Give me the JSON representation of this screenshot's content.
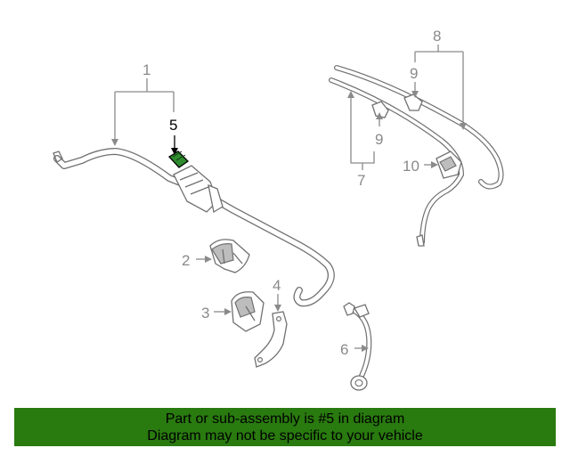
{
  "callouts": {
    "c1": "1",
    "c2": "2",
    "c3": "3",
    "c4": "4",
    "c5": "5",
    "c6": "6",
    "c7": "7",
    "c8": "8",
    "c9a": "9",
    "c9b": "9",
    "c10": "10"
  },
  "highlighted_part": "5",
  "colors": {
    "highlight_fill": "#2e8b2e",
    "banner_background": "#297a0f",
    "callout_gray": "#8a8a8a"
  },
  "banner": {
    "line1": "Part or sub-assembly is #5 in diagram",
    "line2": "Diagram may not be specific to your vehicle"
  }
}
